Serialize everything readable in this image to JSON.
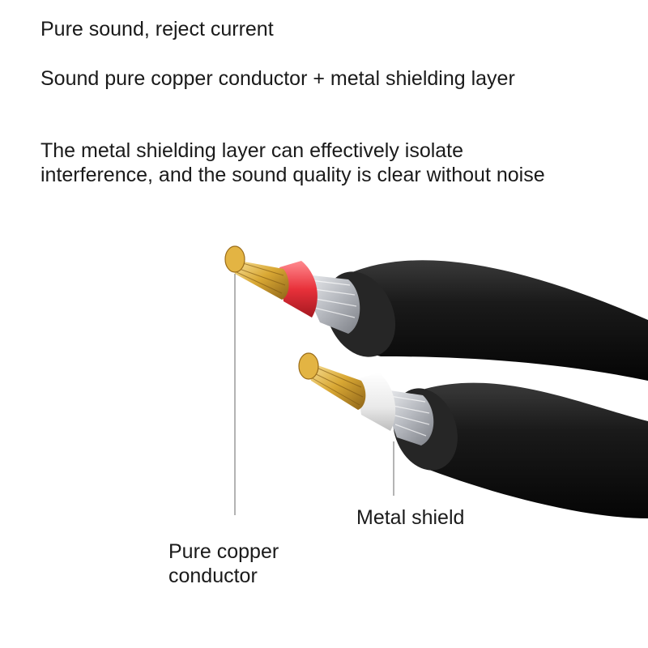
{
  "intro": {
    "headline": "Pure sound, reject current",
    "subheadline": "Sound pure copper conductor + metal shielding layer",
    "description": "The metal shielding layer can effectively isolate interference, and the sound quality is clear without noise"
  },
  "callouts": {
    "metal_shield": "Metal shield",
    "copper_conductor": "Pure copper conductor"
  },
  "colors": {
    "jacket": "#161616",
    "copper": "#d9a834",
    "red_insulation": "#e8313a",
    "white_insulation": "#eeeeee",
    "shield": "#c9ccd1"
  }
}
